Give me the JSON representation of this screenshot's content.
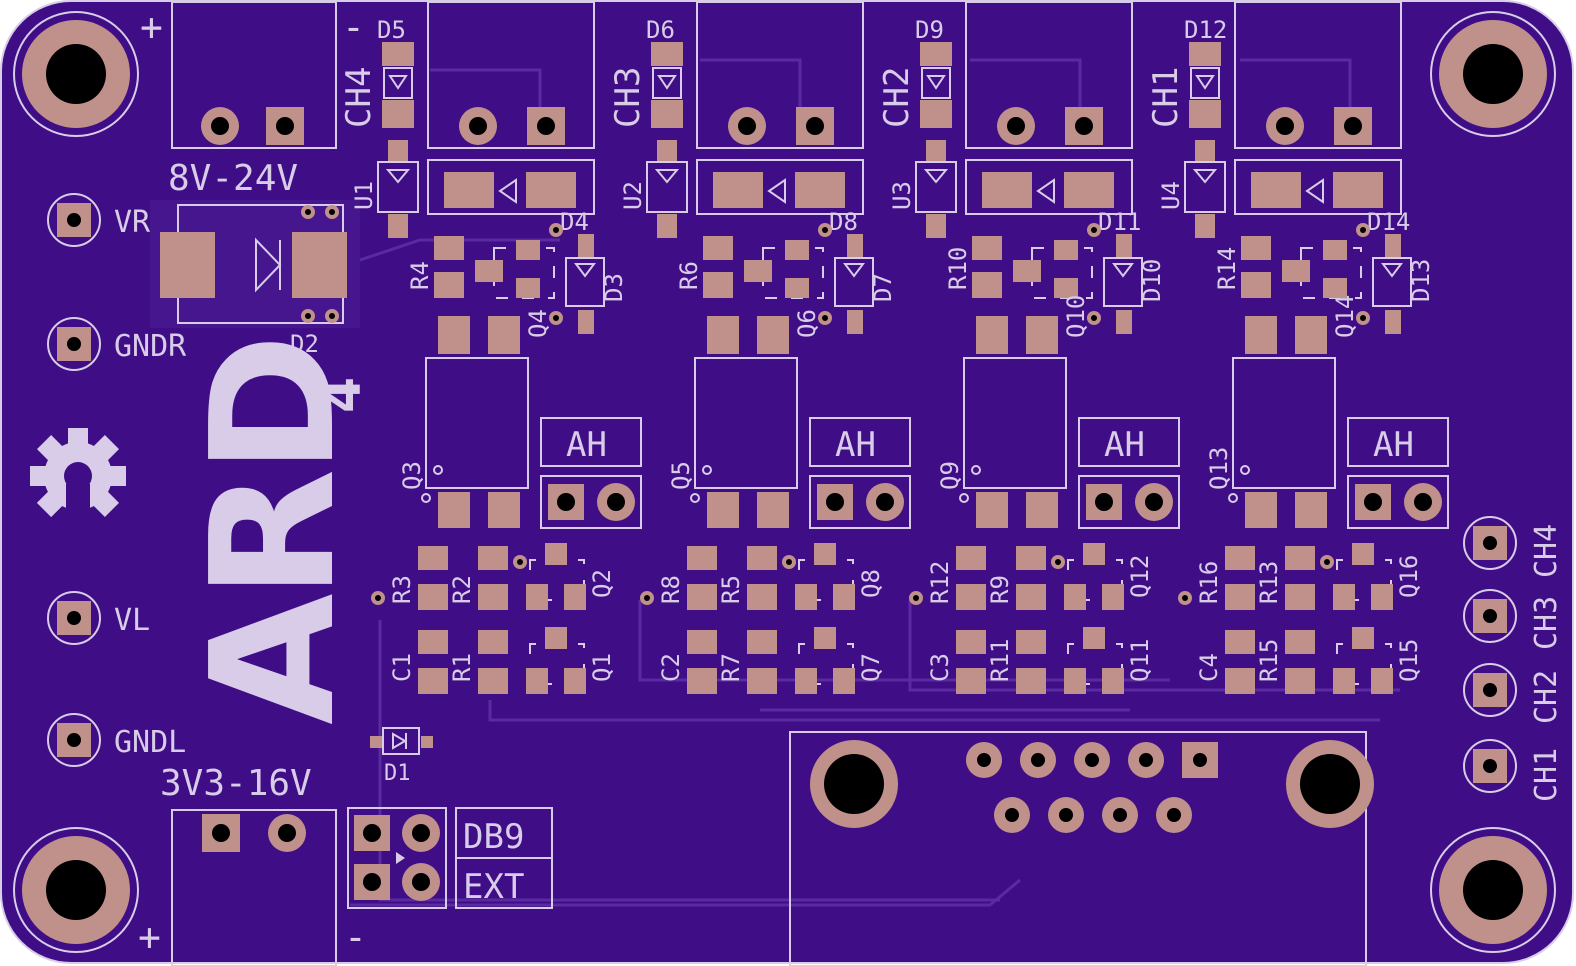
{
  "colors": {
    "board": "#3f0e86",
    "board_edge": "#d8cce8",
    "silkscreen": "#d8cce8",
    "copper_pad": "#c0918a",
    "copper_trace": "#5a2aa0",
    "hole": "#000000"
  },
  "power_labels": {
    "high_range": "8V-24V",
    "low_range": "3V3-16V",
    "plus_top": "+",
    "minus_top": "-",
    "plus_bottom": "+",
    "minus_bottom": "-"
  },
  "test_points": [
    "VR",
    "GNDR",
    "VL",
    "GNDL"
  ],
  "logo": {
    "main": "ARD",
    "subscript": "4"
  },
  "channel_headers": [
    "CH4",
    "CH3",
    "CH2",
    "CH1"
  ],
  "right_connector_labels": [
    "CH4",
    "CH3",
    "CH2",
    "CH1"
  ],
  "connectors": {
    "db9": "DB9",
    "ext": "EXT"
  },
  "ah_labels": [
    "AH",
    "AH",
    "AH",
    "AH"
  ],
  "channels": [
    {
      "dtop": "D5",
      "u": "U1",
      "d_mid": "D4",
      "r_left": "R4",
      "d_side": "D3",
      "q_small": "Q4",
      "q_big": "Q3",
      "r_a": "R3",
      "r_b": "R2",
      "q_a": "Q2",
      "c": "C1",
      "r_c": "R1",
      "q_b": "Q1"
    },
    {
      "dtop": "D6",
      "u": "U2",
      "d_mid": "D8",
      "r_left": "R6",
      "d_side": "D7",
      "q_small": "Q6",
      "q_big": "Q5",
      "r_a": "R8",
      "r_b": "R5",
      "q_a": "Q8",
      "c": "C2",
      "r_c": "R7",
      "q_b": "Q7"
    },
    {
      "dtop": "D9",
      "u": "U3",
      "d_mid": "D11",
      "r_left": "R10",
      "d_side": "D10",
      "q_small": "Q10",
      "q_big": "Q9",
      "r_a": "R12",
      "r_b": "R9",
      "q_a": "Q12",
      "c": "C3",
      "r_c": "R11",
      "q_b": "Q11"
    },
    {
      "dtop": "D12",
      "u": "U4",
      "d_mid": "D14",
      "r_left": "R14",
      "d_side": "D13",
      "q_small": "Q14",
      "q_big": "Q13",
      "r_a": "R16",
      "r_b": "R13",
      "q_a": "Q16",
      "c": "C4",
      "r_c": "R15",
      "q_b": "Q15"
    }
  ],
  "misc_labels": {
    "d2": "D2",
    "d1": "D1"
  }
}
